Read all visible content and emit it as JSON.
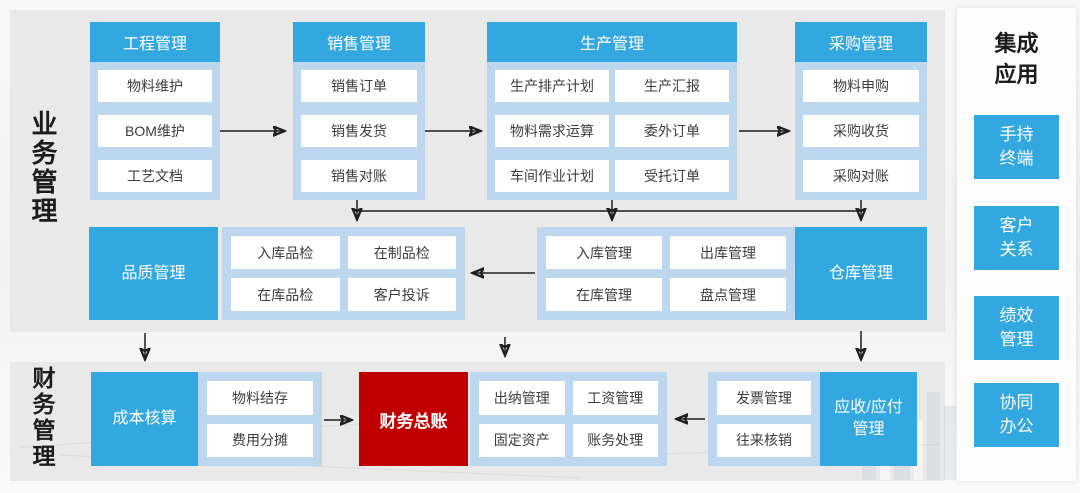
{
  "colors": {
    "accent_blue": "#32a7e0",
    "container_light_blue": "#bdd7ee",
    "highlight_red": "#c00000",
    "panel_gray": "#e9e9e9",
    "arrow_black": "#1f1f1f"
  },
  "section_labels": {
    "business": "业务管理",
    "finance": "财务管理"
  },
  "top_groups": [
    {
      "title": "工程管理",
      "items": [
        "物料维护",
        "BOM维护",
        "工艺文档"
      ]
    },
    {
      "title": "销售管理",
      "items": [
        "销售订单",
        "销售发货",
        "销售对账"
      ]
    },
    {
      "title": "生产管理",
      "items": [
        "生产排产计划",
        "生产汇报",
        "物料需求运算",
        "委外订单",
        "车间作业计划",
        "受托订单"
      ]
    },
    {
      "title": "采购管理",
      "items": [
        "物料申购",
        "采购收货",
        "采购对账"
      ]
    }
  ],
  "middle_row": {
    "quality": {
      "title": "品质管理",
      "items": [
        "入库品检",
        "在制品检",
        "在库品检",
        "客户投诉"
      ]
    },
    "warehouse": {
      "title": "仓库管理",
      "items": [
        "入库管理",
        "出库管理",
        "在库管理",
        "盘点管理"
      ]
    }
  },
  "bottom_row": {
    "cost": {
      "title": "成本核算",
      "items": [
        "物料结存",
        "费用分摊"
      ]
    },
    "general_ledger": {
      "title": "财务总账"
    },
    "ledger_items": [
      "出纳管理",
      "工资管理",
      "固定资产",
      "账务处理"
    ],
    "receivable": {
      "title_line1": "应收/应付",
      "title_line2": "管理",
      "items": [
        "发票管理",
        "往来核销"
      ]
    }
  },
  "integration": {
    "title_line1": "集成",
    "title_line2": "应用",
    "items": [
      {
        "line1": "手持",
        "line2": "终端"
      },
      {
        "line1": "客户",
        "line2": "关系"
      },
      {
        "line1": "绩效",
        "line2": "管理"
      },
      {
        "line1": "协同",
        "line2": "办公"
      }
    ]
  }
}
